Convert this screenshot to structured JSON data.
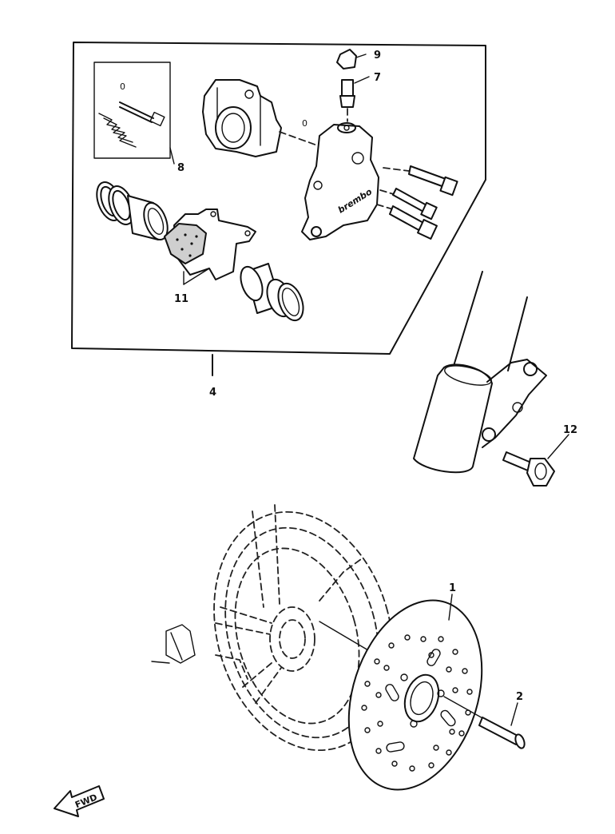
{
  "callouts": {
    "c1": "1",
    "c2": "2",
    "c4": "4",
    "c7": "7",
    "c8": "8",
    "c9": "9",
    "c11": "11",
    "c12": "12"
  },
  "caliper_logo": "brembo",
  "fwd_label": "FWD"
}
